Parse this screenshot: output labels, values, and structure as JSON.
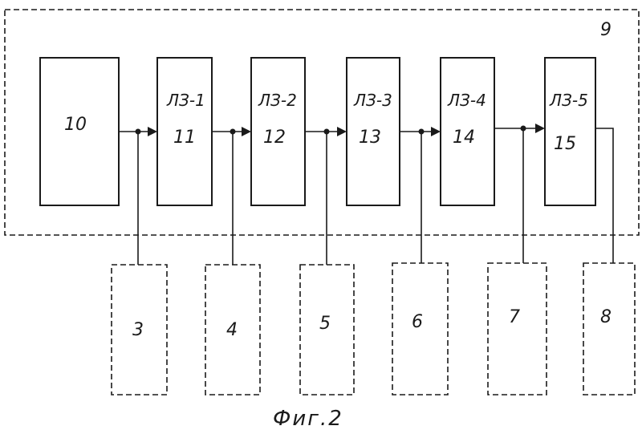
{
  "frame": {
    "label": "9"
  },
  "generator": {
    "label": "10"
  },
  "delay_lines": [
    {
      "code": "ЛЗ-1",
      "number": "11"
    },
    {
      "code": "ЛЗ-2",
      "number": "12"
    },
    {
      "code": "ЛЗ-3",
      "number": "13"
    },
    {
      "code": "ЛЗ-4",
      "number": "14"
    },
    {
      "code": "ЛЗ-5",
      "number": "15"
    }
  ],
  "outputs": [
    {
      "label": "3"
    },
    {
      "label": "4"
    },
    {
      "label": "5"
    },
    {
      "label": "6"
    },
    {
      "label": "7"
    },
    {
      "label": "8"
    }
  ],
  "caption": "Фиг.2"
}
